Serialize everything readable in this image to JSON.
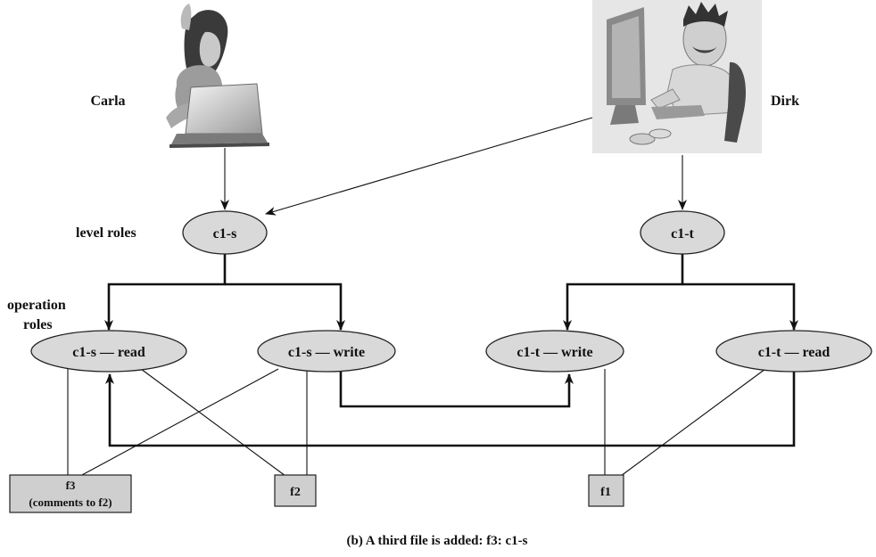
{
  "people": {
    "left": {
      "name": "Carla",
      "icon": "woman-with-laptop-icon"
    },
    "right": {
      "name": "Dirk",
      "icon": "man-at-computer-icon"
    }
  },
  "side_labels": {
    "level_roles": "level roles",
    "operation_roles_line1": "operation",
    "operation_roles_line2": "roles"
  },
  "level_roles": {
    "c1s": "c1-s",
    "c1t": "c1-t"
  },
  "operation_roles": {
    "c1s_read": "c1-s — read",
    "c1s_write": "c1-s — write",
    "c1t_write": "c1-t — write",
    "c1t_read": "c1-t — read"
  },
  "files": {
    "f3_line1": "f3",
    "f3_line2": "(comments to f2)",
    "f2": "f2",
    "f1": "f1"
  },
  "caption": "(b) A third file is added: f3: c1-s",
  "colors": {
    "node_fill": "#d9d9d9",
    "file_fill": "#cfcfcf",
    "line": "#111111"
  }
}
